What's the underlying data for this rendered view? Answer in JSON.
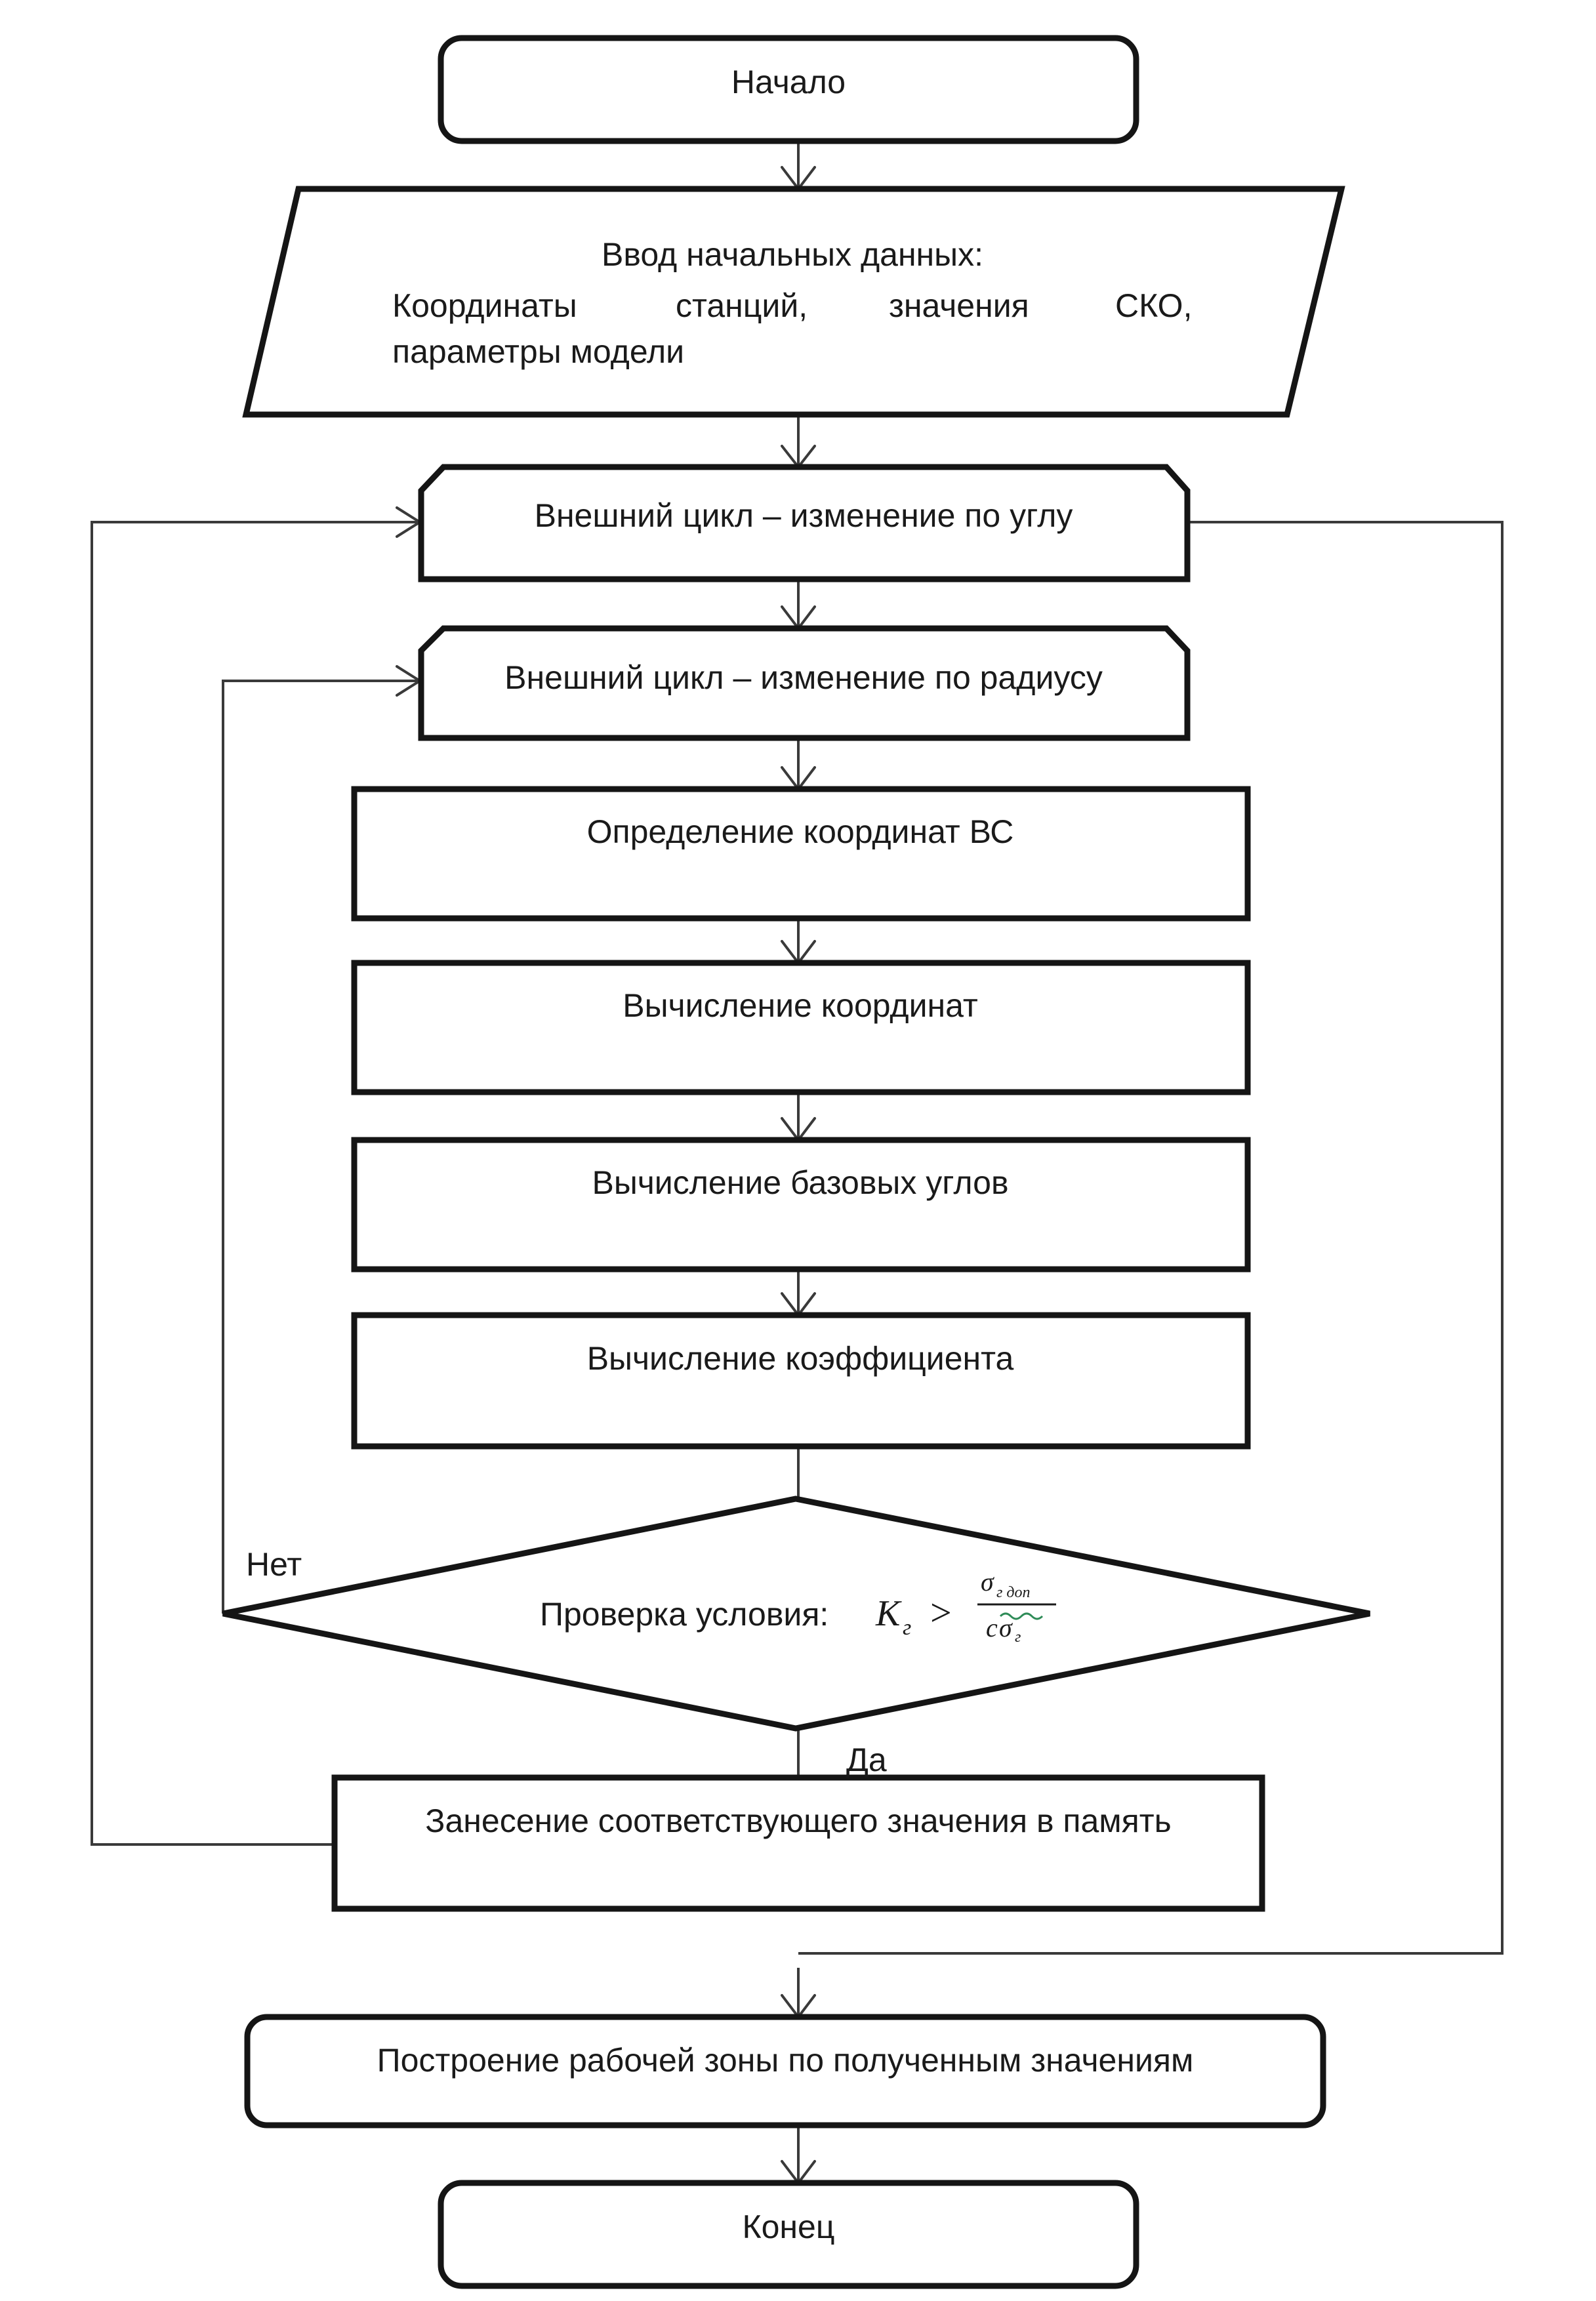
{
  "nodes": {
    "start": "Начало",
    "input_line1": "Ввод начальных данных:",
    "input_line2_a": "Координаты",
    "input_line2_b": "станций,",
    "input_line2_c": "значения",
    "input_line2_d": "СКО,",
    "input_line3": "параметры модели",
    "loop_angle": "Внешний цикл – изменение по углу",
    "loop_radius": "Внешний цикл – изменение по радиусу",
    "step_vs": "Определение координат ВС",
    "step_coords": "Вычисление координат",
    "step_angles": "Вычисление базовых углов",
    "step_coef": "Вычисление коэффициента",
    "decision_text": "Проверка условия:",
    "decision_formula": {
      "lhs": "K",
      "lhs_sub": "г",
      "op": ">",
      "num": "σ",
      "num_sub": "г доп",
      "den_c": "c",
      "den": "σ",
      "den_sub": "г"
    },
    "store": "Занесение соответствующего значения в память",
    "build": "Построение рабочей зоны по полученным значениям",
    "end": "Конец"
  },
  "edges": {
    "no_label": "Нет",
    "yes_label": "Да"
  },
  "colors": {
    "shape_stroke": "#151515",
    "connector": "#3a3a3a",
    "background": "#ffffff",
    "squiggle": "#2e8b57"
  }
}
